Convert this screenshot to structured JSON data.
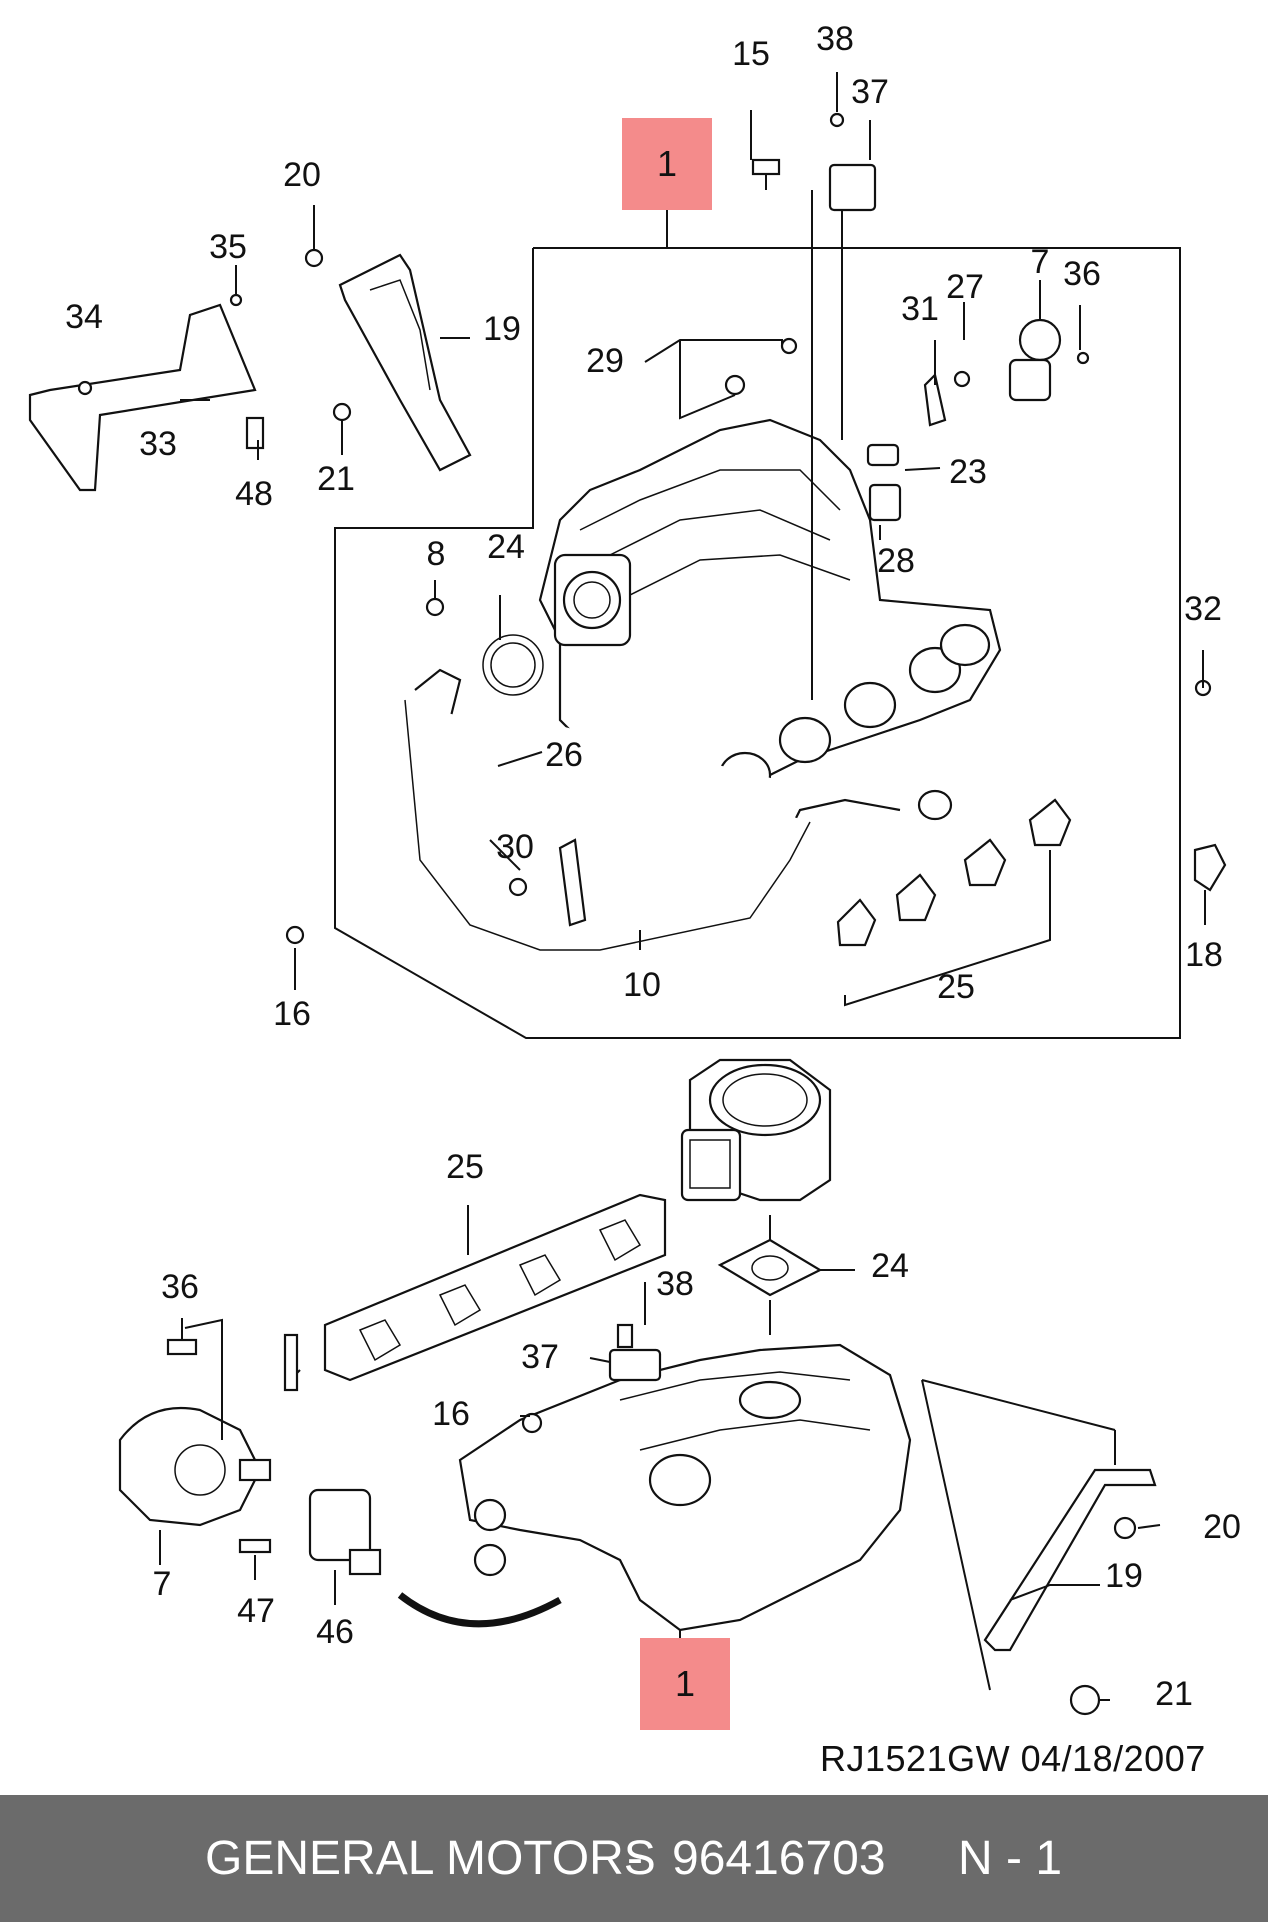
{
  "diagram": {
    "callouts_upper": [
      "15",
      "38",
      "37",
      "20",
      "35",
      "34",
      "19",
      "33",
      "48",
      "21",
      "29",
      "31",
      "27",
      "7",
      "36",
      "23",
      "28",
      "8",
      "24",
      "26",
      "32",
      "30",
      "16",
      "10",
      "25",
      "18"
    ],
    "callouts_lower": [
      "25",
      "36",
      "38",
      "24",
      "37",
      "16",
      "20",
      "19",
      "7",
      "47",
      "46",
      "21"
    ],
    "key_label": "1",
    "key_color": "#f48b8b"
  },
  "reference": "RJ1521GW  04/18/2007",
  "footer": {
    "manufacturer": "GENERAL MOTORS",
    "separator": "-",
    "part_number": "96416703",
    "page": "N - 1",
    "background": "#6b6b6b"
  }
}
